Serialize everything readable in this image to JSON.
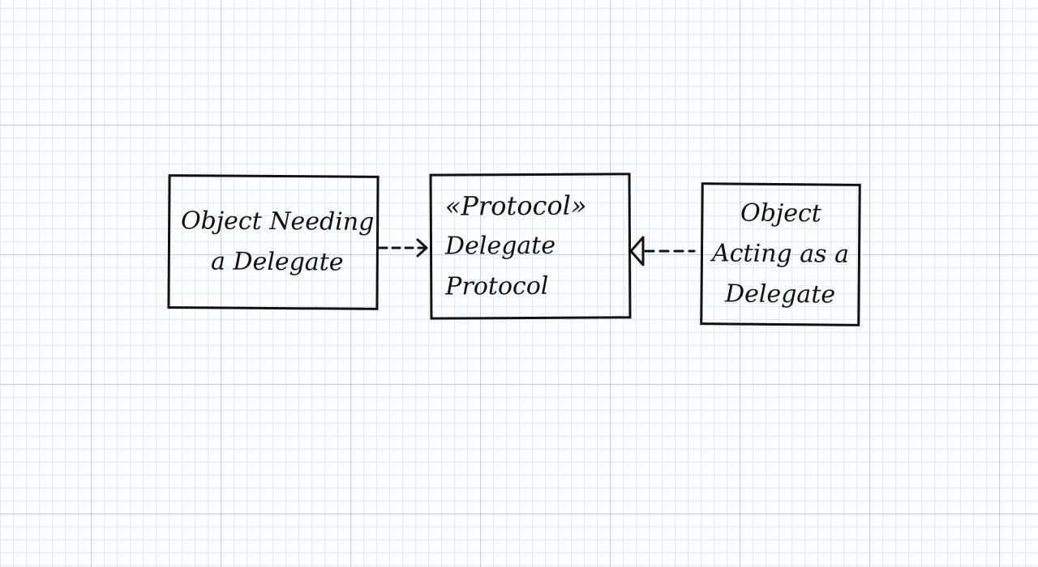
{
  "diagram": {
    "left_box": {
      "lines": [
        "Object Needing",
        "a Delegate"
      ]
    },
    "middle_box": {
      "stereotype": "«Protocol»",
      "lines": [
        "Delegate",
        "Protocol"
      ]
    },
    "right_box": {
      "lines": [
        "Object",
        "Acting as a",
        "Delegate"
      ]
    },
    "relations": [
      {
        "from": "left_box",
        "to": "middle_box",
        "style": "dashed",
        "head": "open-arrow"
      },
      {
        "from": "right_box",
        "to": "middle_box",
        "style": "dashed",
        "head": "hollow-triangle"
      }
    ]
  }
}
